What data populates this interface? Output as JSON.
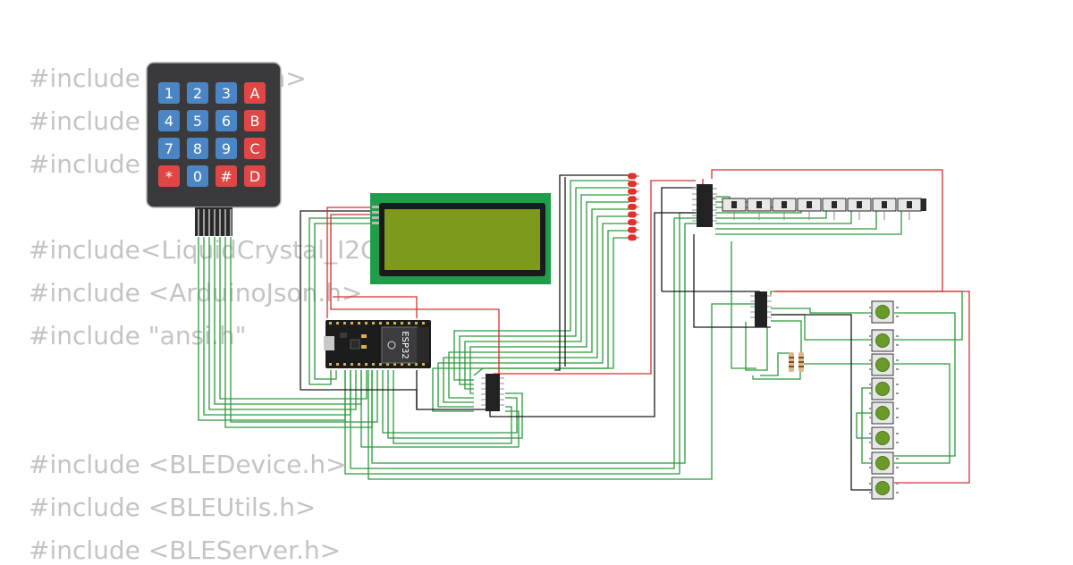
{
  "code_lines": [
    {
      "text": "#include <Keypad.h>"
    },
    {
      "text": "#include <WiFi.h>"
    },
    {
      "text": "#include <Wire.h>"
    },
    {
      "text": "#include<LiquidCrystal_I2C.h>"
    },
    {
      "text": "#include <ArduinoJson.h>"
    },
    {
      "text": "#include \"ansi.h\""
    },
    {
      "text": "#include <BLEDevice.h>"
    },
    {
      "text": "#include <BLEUtils.h>"
    },
    {
      "text": "#include <BLEServer.h>"
    }
  ],
  "keypad": {
    "keys": [
      "1",
      "2",
      "3",
      "A",
      "4",
      "5",
      "6",
      "B",
      "7",
      "8",
      "9",
      "C",
      "*",
      "0",
      "#",
      "D"
    ],
    "digit_color": "#4a86c6",
    "letter_color": "#e04646",
    "body_color": "#3a3a3c"
  },
  "lcd": {
    "frame_color": "#1e9e4a",
    "screen_color": "#7e9a1c"
  },
  "esp32": {
    "label": "ESP32"
  },
  "colors": {
    "wire_green": "#2a9a3a",
    "wire_black": "#1a1a1a",
    "wire_red": "#d83030",
    "led_red": "#e03030",
    "button_green": "#6a9a2a"
  }
}
